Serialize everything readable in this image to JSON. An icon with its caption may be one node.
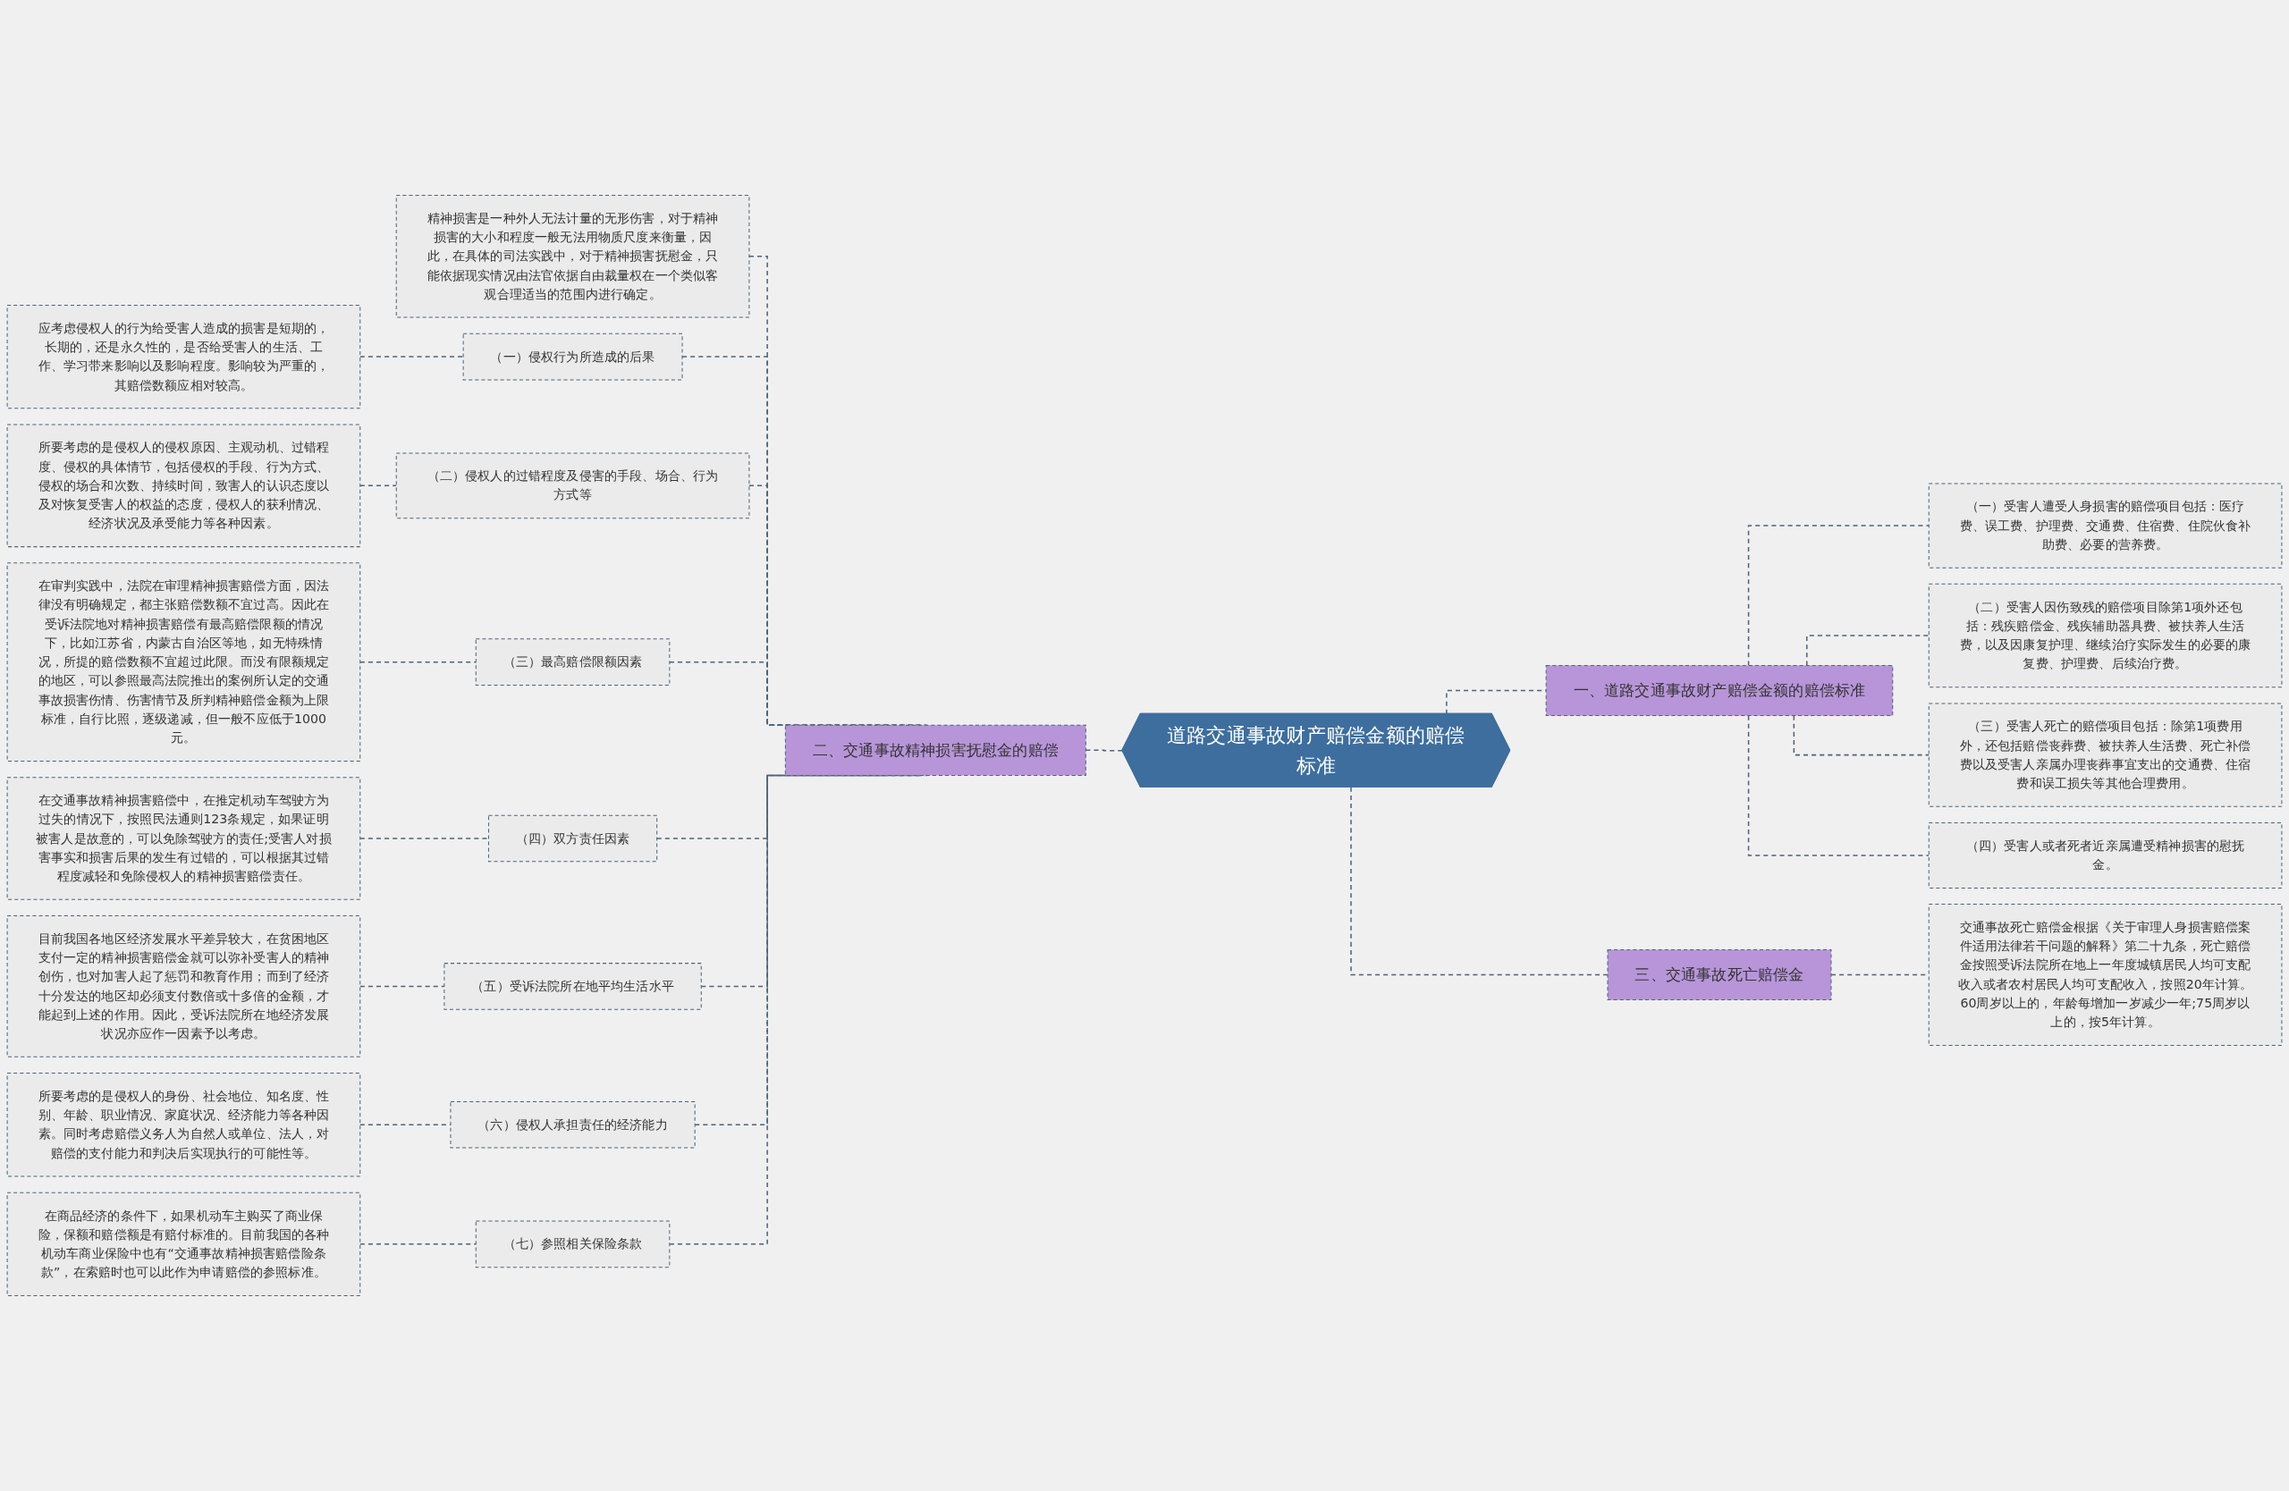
{
  "diagram": {
    "nodes": [
      {
        "text": [
          "道路交通事故财产赔偿金额的赔偿标准"
        ]
      },
      {
        "text": [
          "一、道路交通事故财产赔偿金额的赔偿标准"
        ]
      },
      {
        "text": [
          "（一）受害人遭受人身损害的赔偿项目包括：医疗费、误工费、护理费、交通费、住宿费、住院伙食补助费、必要的营养费。"
        ]
      },
      {
        "text": [
          "（二）受害人因伤致残的赔偿项目除第1项外还包括：残疾赔偿金、残疾辅助器具费、被扶养人生活费，以及因康复护理、继续治疗实际发生的必要的康复费、护理费、后续治疗费。"
        ]
      },
      {
        "text": [
          "（三）受害人死亡的赔偿项目包括：除第1项费用外，还包括赔偿丧葬费、被扶养人生活费、死亡补偿费以及受害人亲属办理丧葬事宜支出的交通费、住宿费和误工损失等其他合理费用。"
        ]
      },
      {
        "text": [
          "（四）受害人或者死者近亲属遭受精神损害的慰抚金。"
        ]
      },
      {
        "text": [
          "三、交通事故死亡赔偿金"
        ]
      },
      {
        "text": [
          "交通事故死亡赔偿金根据《关于审理人身损害赔偿案件适用法律若干问题的解释》第二十九条，死亡赔偿金按照受诉法院所在地上一年度城镇居民人均可支配收入或者农村居民人均可支配收入，按照20年计算。60周岁以上的，年龄每增加一岁减少一年;75周岁以上的，按5年计算。"
        ]
      },
      {
        "text": [
          "二、交通事故精神损害抚慰金的赔偿"
        ]
      },
      {
        "text": [
          "精神损害是一种外人无法计量的无形伤害，对于精神损害的大小和程度一般无法用物质尺度来衡量，因此，在具体的司法实践中，对于精神损害抚慰金，只能依据现实情况由法官依据自由裁量权在一个类似客观合理适当的范围内进行确定。"
        ]
      },
      {
        "text": [
          "（一）侵权行为所造成的后果"
        ]
      },
      {
        "text": [
          "应考虑侵权人的行为给受害人造成的损害是短期的，长期的，还是永久性的，是否给受害人的生活、工作、学习带来影响以及影响程度。影响较为严重的，其赔偿数额应相对较高。"
        ]
      },
      {
        "text": [
          "（二）侵权人的过错程度及侵害的手段、场合、行为方式等"
        ]
      },
      {
        "text": [
          "所要考虑的是侵权人的侵权原因、主观动机、过错程度、侵权的具体情节，包括侵权的手段、行为方式、侵权的场合和次数、持续时间，致害人的认识态度以及对恢复受害人的权益的态度，侵权人的获利情况、经济状况及承受能力等各种因素。"
        ]
      },
      {
        "text": [
          "（三）最高赔偿限额因素"
        ]
      },
      {
        "text": [
          "在审判实践中，法院在审理精神损害赔偿方面，因法律没有明确规定，都主张赔偿数额不宜过高。因此在受诉法院地对精神损害赔偿有最高赔偿限额的情况下，比如江苏省，内蒙古自治区等地，如无特殊情况，所提的赔偿数额不宜超过此限。而没有限额规定的地区，可以参照最高法院推出的案例所认定的交通事故损害伤情、伤害情节及所判精神赔偿金额为上限标准，自行比照，逐级递减，但一般不应低于1000元。"
        ]
      },
      {
        "text": [
          "（四）双方责任因素"
        ]
      },
      {
        "text": [
          "在交通事故精神损害赔偿中，在推定机动车驾驶方为过失的情况下，按照民法通则123条规定，如果证明被害人是故意的，可以免除驾驶方的责任;受害人对损害事实和损害后果的发生有过错的，可以根据其过错程度减轻和免除侵权人的精神损害赔偿责任。"
        ]
      },
      {
        "text": [
          "（五）受诉法院所在地平均生活水平"
        ]
      },
      {
        "text": [
          "目前我国各地区经济发展水平差异较大，在贫困地区支付一定的精神损害赔偿金就可以弥补受害人的精神创伤，也对加害人起了惩罚和教育作用；而到了经济十分发达的地区却必须支付数倍或十多倍的金额，才能起到上述的作用。因此，受诉法院所在地经济发展状况亦应作一因素予以考虑。"
        ]
      },
      {
        "text": [
          "（六）侵权人承担责任的经济能力"
        ]
      },
      {
        "text": [
          "所要考虑的是侵权人的身份、社会地位、知名度、性别、年龄、职业情况、家庭状况、经济能力等各种因素。同时考虑赔偿义务人为自然人或单位、法人，对赔偿的支付能力和判决后实现执行的可能性等。"
        ]
      },
      {
        "text": [
          "（七）参照相关保险条款"
        ]
      },
      {
        "text": [
          "在商品经济的条件下，如果机动车主购买了商业保险，保额和赔偿额是有赔付标准的。目前我国的各种机动车商业保险中也有“交通事故精神损害赔偿险条款”，在索赔时也可以此作为申请赔偿的参照标准。"
        ]
      }
    ],
    "edges": [
      {
        "from": 0,
        "to": 1,
        "arrow": "none",
        "style": "dashed"
      },
      {
        "from": 1,
        "to": 2,
        "arrow": "none",
        "style": "dashed"
      },
      {
        "from": 1,
        "to": 3,
        "arrow": "none",
        "style": "dashed"
      },
      {
        "from": 1,
        "to": 4,
        "arrow": "none",
        "style": "dashed"
      },
      {
        "from": 1,
        "to": 5,
        "arrow": "none",
        "style": "dashed"
      },
      {
        "from": 0,
        "to": 6,
        "arrow": "none",
        "style": "dashed"
      },
      {
        "from": 6,
        "to": 7,
        "arrow": "none",
        "style": "dashed"
      },
      {
        "from": 0,
        "to": 8,
        "arrow": "none",
        "style": "dashed"
      },
      {
        "from": 8,
        "to": 9,
        "arrow": "none",
        "style": "dashed"
      },
      {
        "from": 8,
        "to": 10,
        "arrow": "none",
        "style": "dashed"
      },
      {
        "from": 10,
        "to": 11,
        "arrow": "none",
        "style": "dashed"
      },
      {
        "from": 8,
        "to": 12,
        "arrow": "none",
        "style": "dashed"
      },
      {
        "from": 12,
        "to": 13,
        "arrow": "none",
        "style": "dashed"
      },
      {
        "from": 8,
        "to": 14,
        "arrow": "none",
        "style": "dashed"
      },
      {
        "from": 14,
        "to": 15,
        "arrow": "none",
        "style": "dashed"
      },
      {
        "from": 8,
        "to": 16,
        "arrow": "none",
        "style": "dashed"
      },
      {
        "from": 16,
        "to": 17,
        "arrow": "none",
        "style": "dashed"
      },
      {
        "from": 8,
        "to": 18,
        "arrow": "none",
        "style": "dashed"
      },
      {
        "from": 18,
        "to": 19,
        "arrow": "none",
        "style": "dashed"
      },
      {
        "from": 8,
        "to": 20,
        "arrow": "none",
        "style": "dashed"
      },
      {
        "from": 20,
        "to": 21,
        "arrow": "none",
        "style": "dashed"
      },
      {
        "from": 8,
        "to": 22,
        "arrow": "none",
        "style": "dashed"
      },
      {
        "from": 22,
        "to": 23,
        "arrow": "none",
        "style": "dashed"
      }
    ]
  }
}
